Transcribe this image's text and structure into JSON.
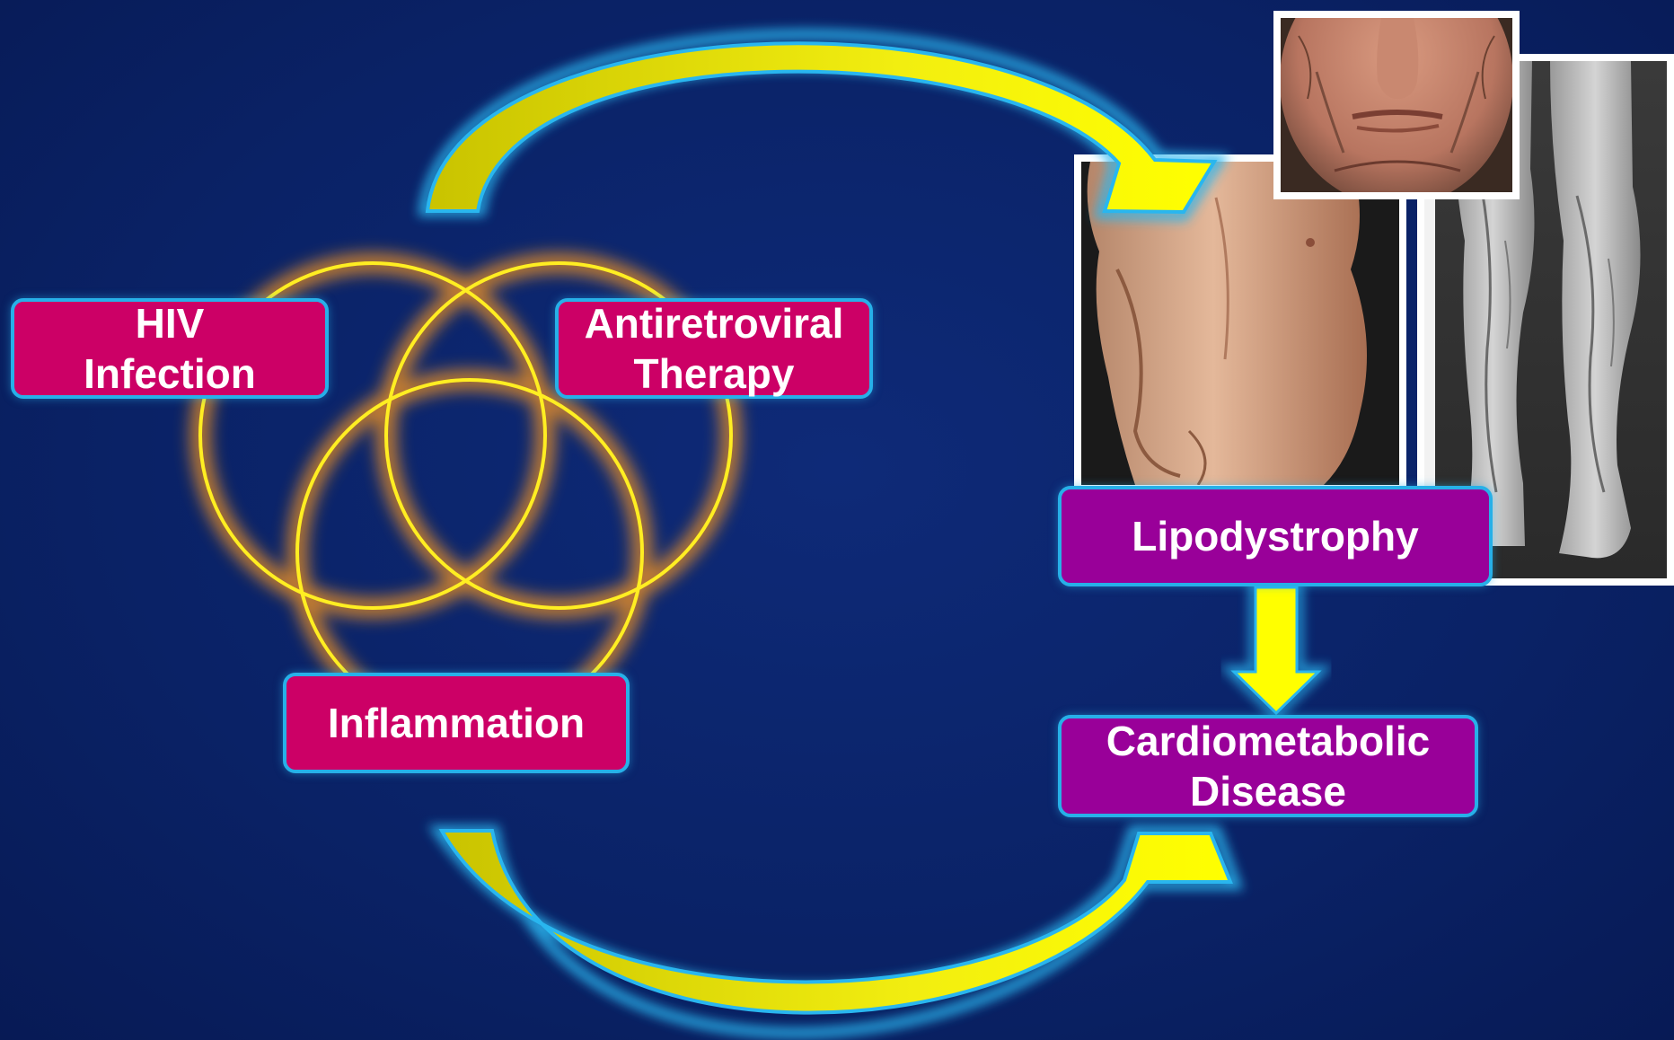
{
  "boxes": {
    "hiv": {
      "line1": "HIV",
      "line2": "Infection"
    },
    "art": {
      "line1": "Antiretroviral",
      "line2": "Therapy"
    },
    "inflammation": {
      "label": "Inflammation"
    },
    "lipodystrophy": {
      "label": "Lipodystrophy"
    },
    "cardiometabolic": {
      "line1": "Cardiometabolic",
      "line2": "Disease"
    }
  },
  "colors": {
    "background": "#0a2266",
    "cause_box": "#cc0066",
    "outcome_box": "#990099",
    "box_border": "#27b0e8",
    "arrow": "#ffff00",
    "circle": "#ffee22",
    "circle_glow": "#ff9a1a"
  },
  "images": [
    {
      "name": "face-photo",
      "depicts": "aged face"
    },
    {
      "name": "torso-photo",
      "depicts": "torso"
    },
    {
      "name": "legs-photo",
      "depicts": "legs"
    }
  ]
}
